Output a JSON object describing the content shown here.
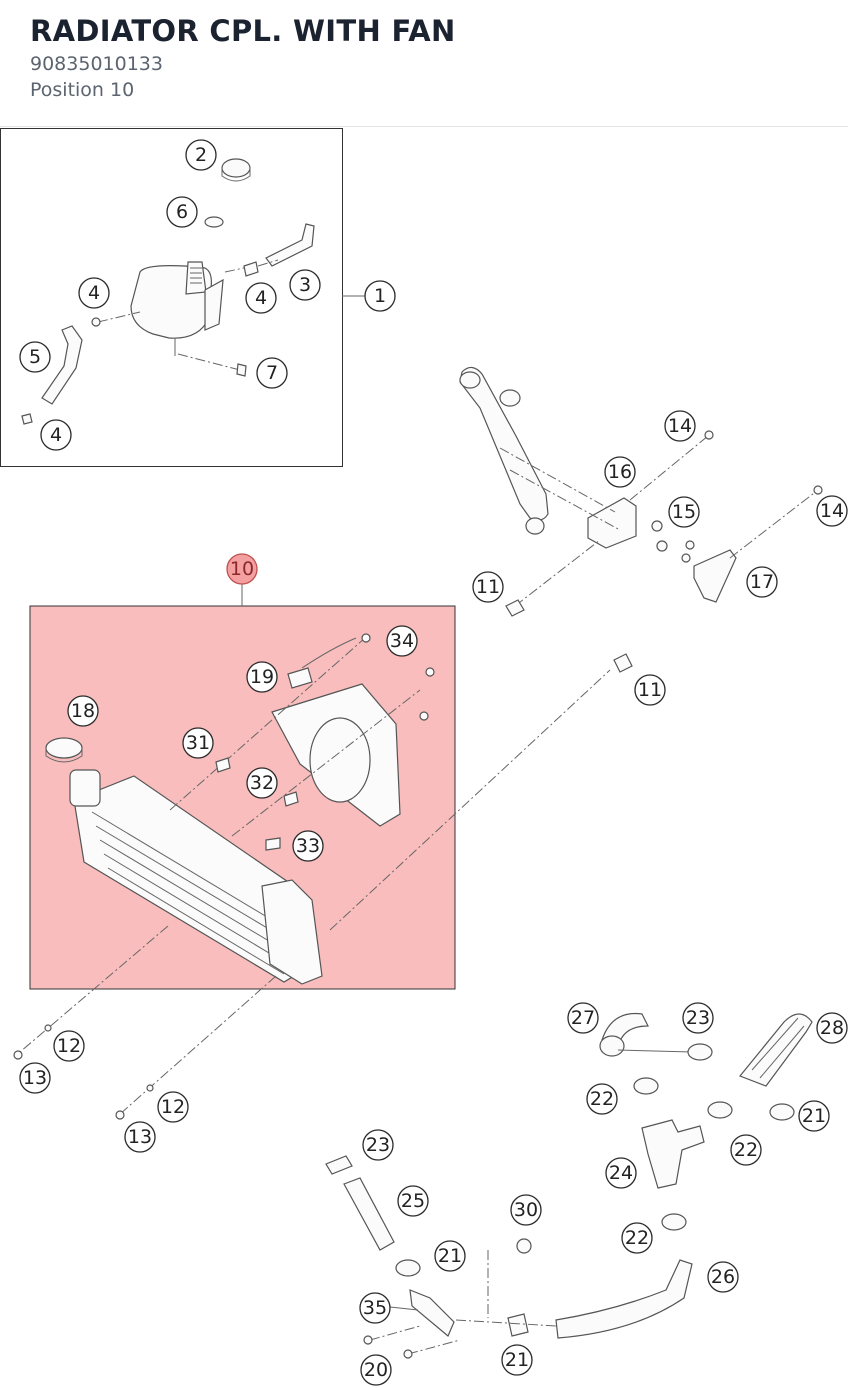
{
  "header": {
    "title": "RADIATOR CPL. WITH FAN",
    "part_number": "90835010133",
    "position": "Position 10"
  },
  "highlight": {
    "label": "10",
    "color": "#f6a4a4"
  },
  "callouts": {
    "c1": "1",
    "c2": "2",
    "c3": "3",
    "c4a": "4",
    "c4b": "4",
    "c4c": "4",
    "c5": "5",
    "c6": "6",
    "c7": "7",
    "c11a": "11",
    "c11b": "11",
    "c12a": "12",
    "c12b": "12",
    "c13a": "13",
    "c13b": "13",
    "c14a": "14",
    "c14b": "14",
    "c15": "15",
    "c16": "16",
    "c17": "17",
    "c18": "18",
    "c19": "19",
    "c20": "20",
    "c21a": "21",
    "c21b": "21",
    "c21c": "21",
    "c22a": "22",
    "c22b": "22",
    "c22c": "22",
    "c23a": "23",
    "c23b": "23",
    "c24": "24",
    "c25": "25",
    "c26": "26",
    "c27": "27",
    "c28": "28",
    "c30": "30",
    "c31": "31",
    "c32": "32",
    "c33": "33",
    "c34": "34",
    "c35": "35"
  }
}
